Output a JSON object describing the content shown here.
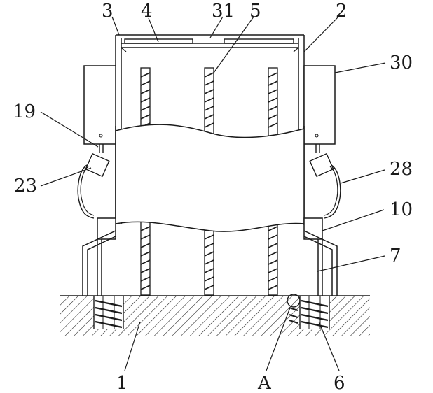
{
  "figure": {
    "labels": {
      "l1": "1",
      "l2": "2",
      "l3": "3",
      "l4": "4",
      "l5": "5",
      "l6": "6",
      "l7": "7",
      "l10": "10",
      "l19": "19",
      "l23": "23",
      "l28": "28",
      "l30": "30",
      "l31": "31",
      "lA": "A"
    },
    "colors": {
      "line": "#1a1a1a",
      "hatch": "#1a1a1a",
      "background": "#ffffff"
    }
  }
}
